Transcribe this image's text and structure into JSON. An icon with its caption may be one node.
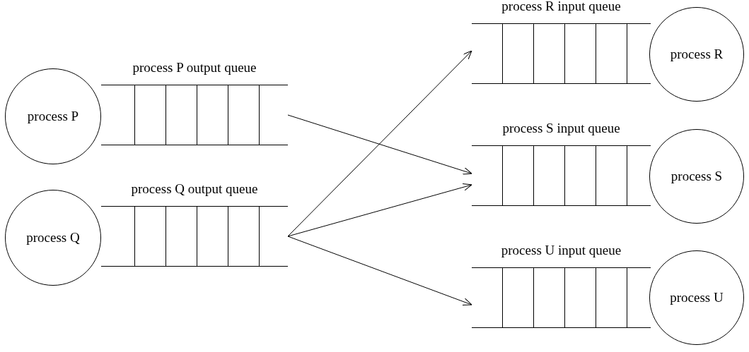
{
  "diagram": {
    "nodes": [
      {
        "text": [
          "process P"
        ]
      },
      {
        "text": [
          "process P output queue"
        ]
      },
      {
        "text": [
          "process Q"
        ]
      },
      {
        "text": [
          "process Q output queue"
        ]
      },
      {
        "text": [
          "process R input queue"
        ]
      },
      {
        "text": [
          "process R"
        ]
      },
      {
        "text": [
          "process S input queue"
        ]
      },
      {
        "text": [
          "process S"
        ]
      },
      {
        "text": [
          "process U input queue"
        ]
      },
      {
        "text": [
          "process U"
        ]
      }
    ],
    "edges": [
      {
        "from": 1,
        "to": 6,
        "arrow": "to"
      },
      {
        "from": 3,
        "to": 4,
        "arrow": "to"
      },
      {
        "from": 3,
        "to": 6,
        "arrow": "to"
      },
      {
        "from": 3,
        "to": 8,
        "arrow": "to"
      }
    ]
  }
}
